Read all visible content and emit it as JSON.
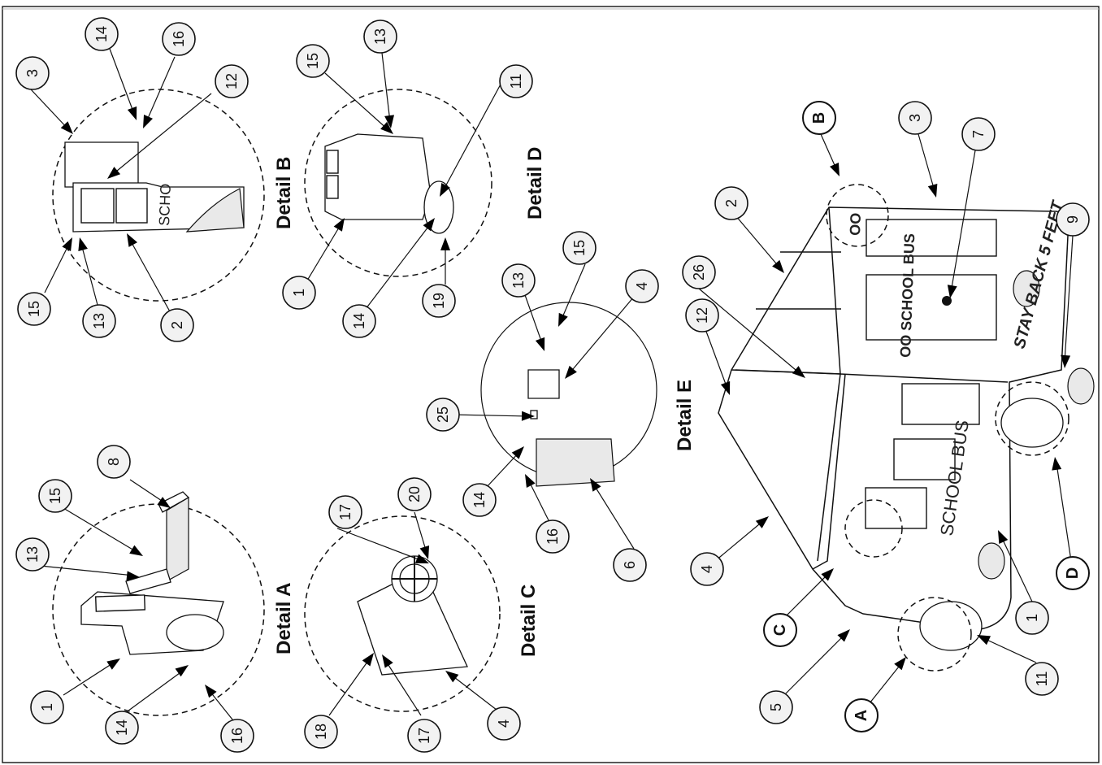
{
  "details": {
    "a": "Detail A",
    "b": "Detail B",
    "c": "Detail C",
    "d": "Detail D",
    "e": "Detail E"
  },
  "bus_text": {
    "side_sign": "SCHOOL BUS",
    "front_sign": "OO SCHOOL BUS",
    "front_lights": "OO",
    "rear_sign": "STAY BACK 5 FEET",
    "detail_b_sign": "SCHO"
  },
  "balloons": {
    "a": [
      "1",
      "14",
      "16",
      "13",
      "15",
      "8"
    ],
    "b": [
      "3",
      "14",
      "16",
      "12",
      "15",
      "13",
      "2"
    ],
    "c": [
      "17",
      "20",
      "18",
      "17",
      "4"
    ],
    "d": [
      "15",
      "13",
      "11",
      "1",
      "14",
      "19"
    ],
    "e": [
      "13",
      "15",
      "4",
      "25",
      "14",
      "16",
      "6"
    ],
    "main": [
      "B",
      "3",
      "7",
      "2",
      "26",
      "12",
      "9",
      "D",
      "1",
      "11",
      "A",
      "5",
      "C",
      "4"
    ]
  }
}
